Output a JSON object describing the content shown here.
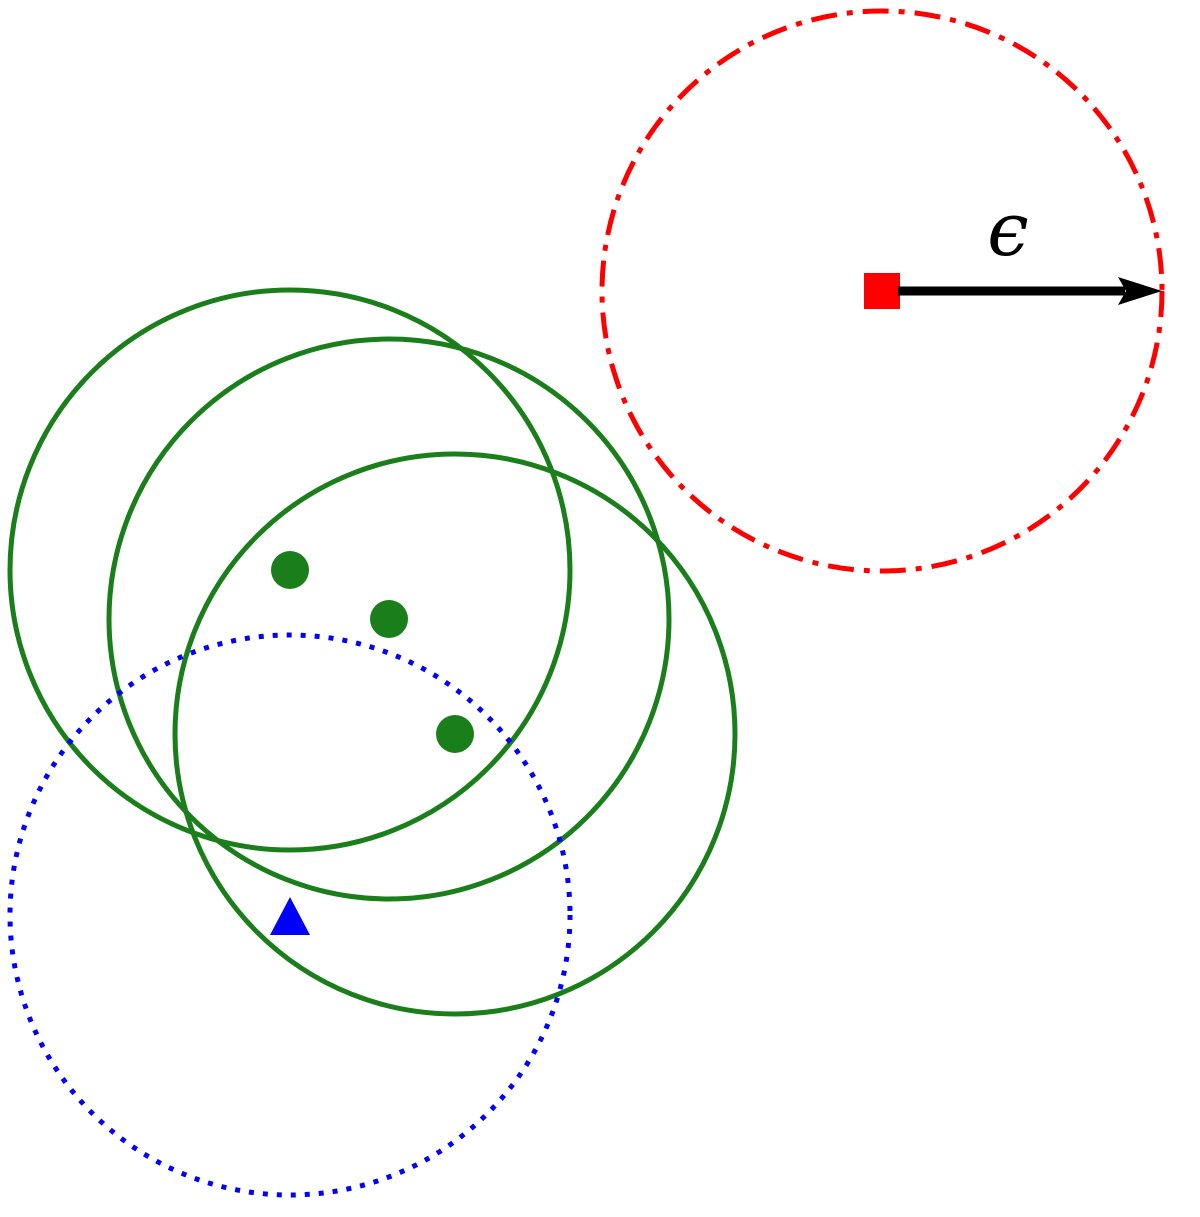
{
  "diagram": {
    "colors": {
      "core": "#1a7f1a",
      "border": "#0000ff",
      "noise": "#ff0000",
      "arrow": "#000000",
      "background": "#ffffff"
    },
    "point_shapes": {
      "core": "circle",
      "border": "triangle",
      "noise": "square"
    },
    "radius_label": "ϵ"
  }
}
